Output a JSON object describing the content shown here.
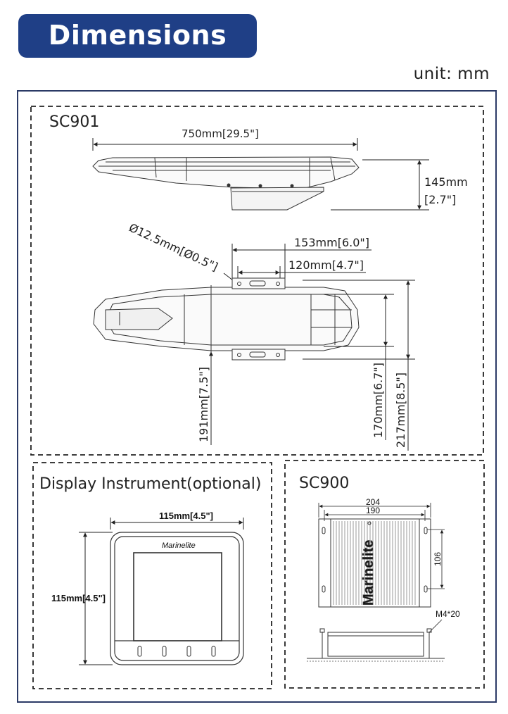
{
  "header": {
    "title": "Dimensions",
    "unit": "unit: mm"
  },
  "sc901": {
    "name": "SC901",
    "length": "750mm[29.5\"]",
    "height": "145mm",
    "height_in": "[2.7\"]",
    "hole": "Ø12.5mm[Ø0.5\"]",
    "mount_outer": "153mm[6.0\"]",
    "mount_inner": "120mm[4.7\"]",
    "offset": "191mm[7.5\"]",
    "width_inner": "170mm[6.7\"]",
    "width_outer": "217mm[8.5\"]"
  },
  "display": {
    "name": "Display Instrument(optional)",
    "width": "115mm[4.5\"]",
    "height": "115mm[4.5\"]",
    "brand": "Marinelite"
  },
  "sc900": {
    "name": "SC900",
    "outer_width": "204",
    "inner_width": "190",
    "height": "106",
    "screw": "M4*20",
    "brand": "Marinelite"
  },
  "colors": {
    "banner": "#1f3f86",
    "frame": "#2b3a66"
  }
}
